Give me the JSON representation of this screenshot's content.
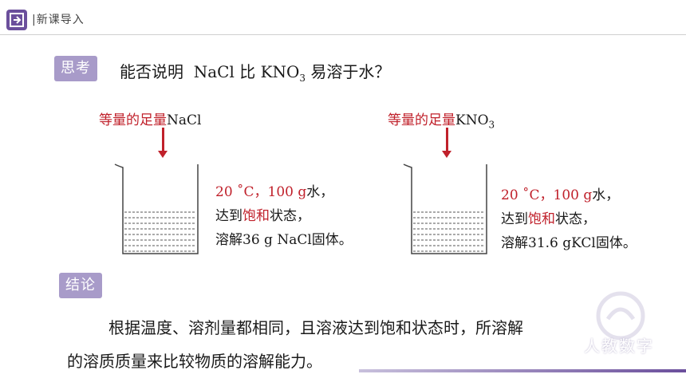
{
  "header": {
    "title": "|新课导入"
  },
  "think": {
    "tag": "思考",
    "question_prefix": "能否说明",
    "nacl": "NaCl",
    "bi": "比",
    "kno": "KNO",
    "sub3": "3",
    "question_suffix": "易溶于水？"
  },
  "left": {
    "label_text": "等量的足量",
    "label_chem": "NaCl",
    "line1_red": "20 ˚C，100 g",
    "line1_black": "水，",
    "line2_a": "达到",
    "line2_red": "饱和",
    "line2_b": "状态，",
    "line3": "溶解36 g NaCl固体。"
  },
  "right": {
    "label_text": "等量的足量",
    "label_chem": "KNO",
    "label_sub": "3",
    "line1_red": "20 ˚C，100 g",
    "line1_black": "水，",
    "line2_a": "达到",
    "line2_red": "饱和",
    "line2_b": "状态，",
    "line3": "溶解31.6 gKCl固体。"
  },
  "conclusion": {
    "tag": "结论",
    "line1": "根据温度、溶剂量都相同，且溶液达到饱和状态时，所溶解",
    "line2": "的溶质质量来比较物质的溶解能力。"
  },
  "watermark": {
    "text": "人教数字"
  },
  "colors": {
    "accent": "#6b4f9c",
    "tag_bg": "#a89bc9",
    "red": "#c0212b"
  }
}
